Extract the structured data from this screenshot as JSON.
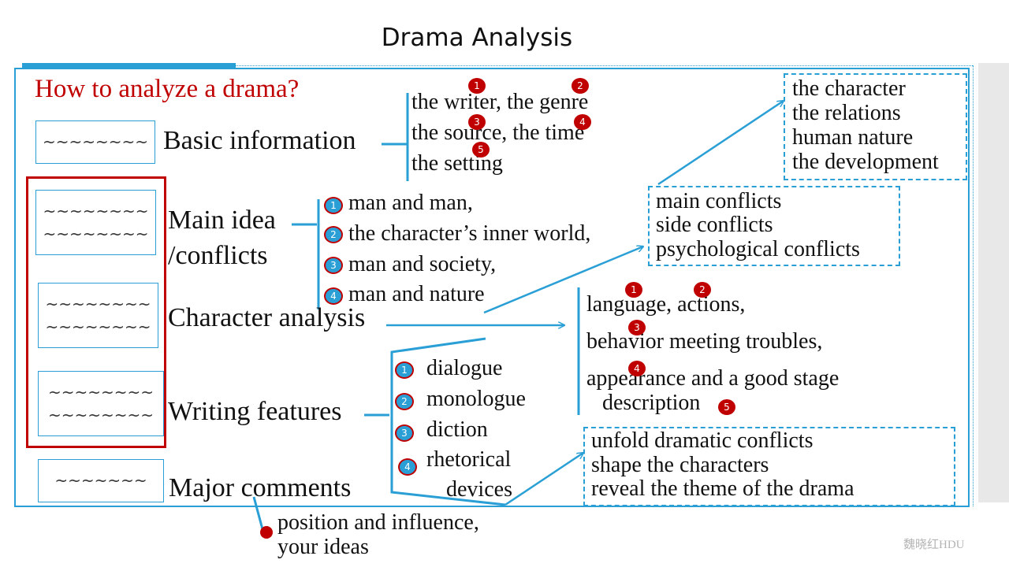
{
  "slide": {
    "title": "Drama Analysis",
    "heading": "How to analyze a drama?",
    "watermark": "魏晓红HDU"
  },
  "placeholders": [
    "~~~~~~~~",
    "~~~~~~~~",
    "~~~~~~~~",
    "~~~~~~~~",
    "~~~~~~~~",
    "~~~~~~~~",
    "~~~~~~~~",
    "~~~~~~~"
  ],
  "categories": {
    "basic": "Basic information",
    "main_idea_1": "Main idea",
    "main_idea_2": "/conflicts",
    "character": "Character analysis",
    "writing": "Writing features",
    "comments": "Major comments"
  },
  "basic_info": [
    "the writer, the genre",
    "the source, the time",
    "the setting"
  ],
  "conflicts": [
    "man and man,",
    "the character’s inner world,",
    "man and society,",
    "man and nature"
  ],
  "character_details": [
    "language, actions,",
    "behavior meeting troubles,",
    "appearance and a good stage",
    "description"
  ],
  "writing_features": [
    "dialogue",
    "monologue",
    "diction",
    "rhetorical",
    "devices"
  ],
  "comments_details": [
    "position and influence,",
    "your ideas"
  ],
  "boxes": {
    "character_aspects": [
      "the character",
      "the relations",
      "human nature",
      "the development"
    ],
    "conflict_types": [
      "main conflicts",
      "side conflicts",
      "psychological conflicts"
    ],
    "functions": [
      "unfold dramatic conflicts",
      "shape the characters",
      "reveal the theme of the drama"
    ]
  },
  "badges": [
    "1",
    "2",
    "3",
    "4",
    "5"
  ]
}
